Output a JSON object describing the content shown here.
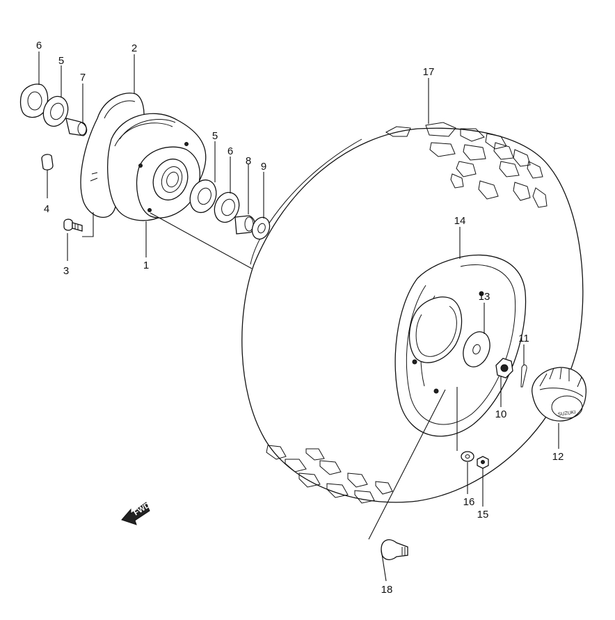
{
  "callouts": [
    {
      "id": "c1",
      "label": "1"
    },
    {
      "id": "c2",
      "label": "2"
    },
    {
      "id": "c3",
      "label": "3"
    },
    {
      "id": "c4",
      "label": "4"
    },
    {
      "id": "c5a",
      "label": "5"
    },
    {
      "id": "c6a",
      "label": "6"
    },
    {
      "id": "c7",
      "label": "7"
    },
    {
      "id": "c5b",
      "label": "5"
    },
    {
      "id": "c6b",
      "label": "6"
    },
    {
      "id": "c8",
      "label": "8"
    },
    {
      "id": "c9",
      "label": "9"
    },
    {
      "id": "c10",
      "label": "10"
    },
    {
      "id": "c11",
      "label": "11"
    },
    {
      "id": "c12",
      "label": "12"
    },
    {
      "id": "c13",
      "label": "13"
    },
    {
      "id": "c14",
      "label": "14"
    },
    {
      "id": "c15",
      "label": "15"
    },
    {
      "id": "c16",
      "label": "16"
    },
    {
      "id": "c17",
      "label": "17"
    },
    {
      "id": "c18",
      "label": "18"
    }
  ],
  "fwd_arrow": {
    "text": "FWD"
  },
  "cap_marking": "SUZUKI"
}
